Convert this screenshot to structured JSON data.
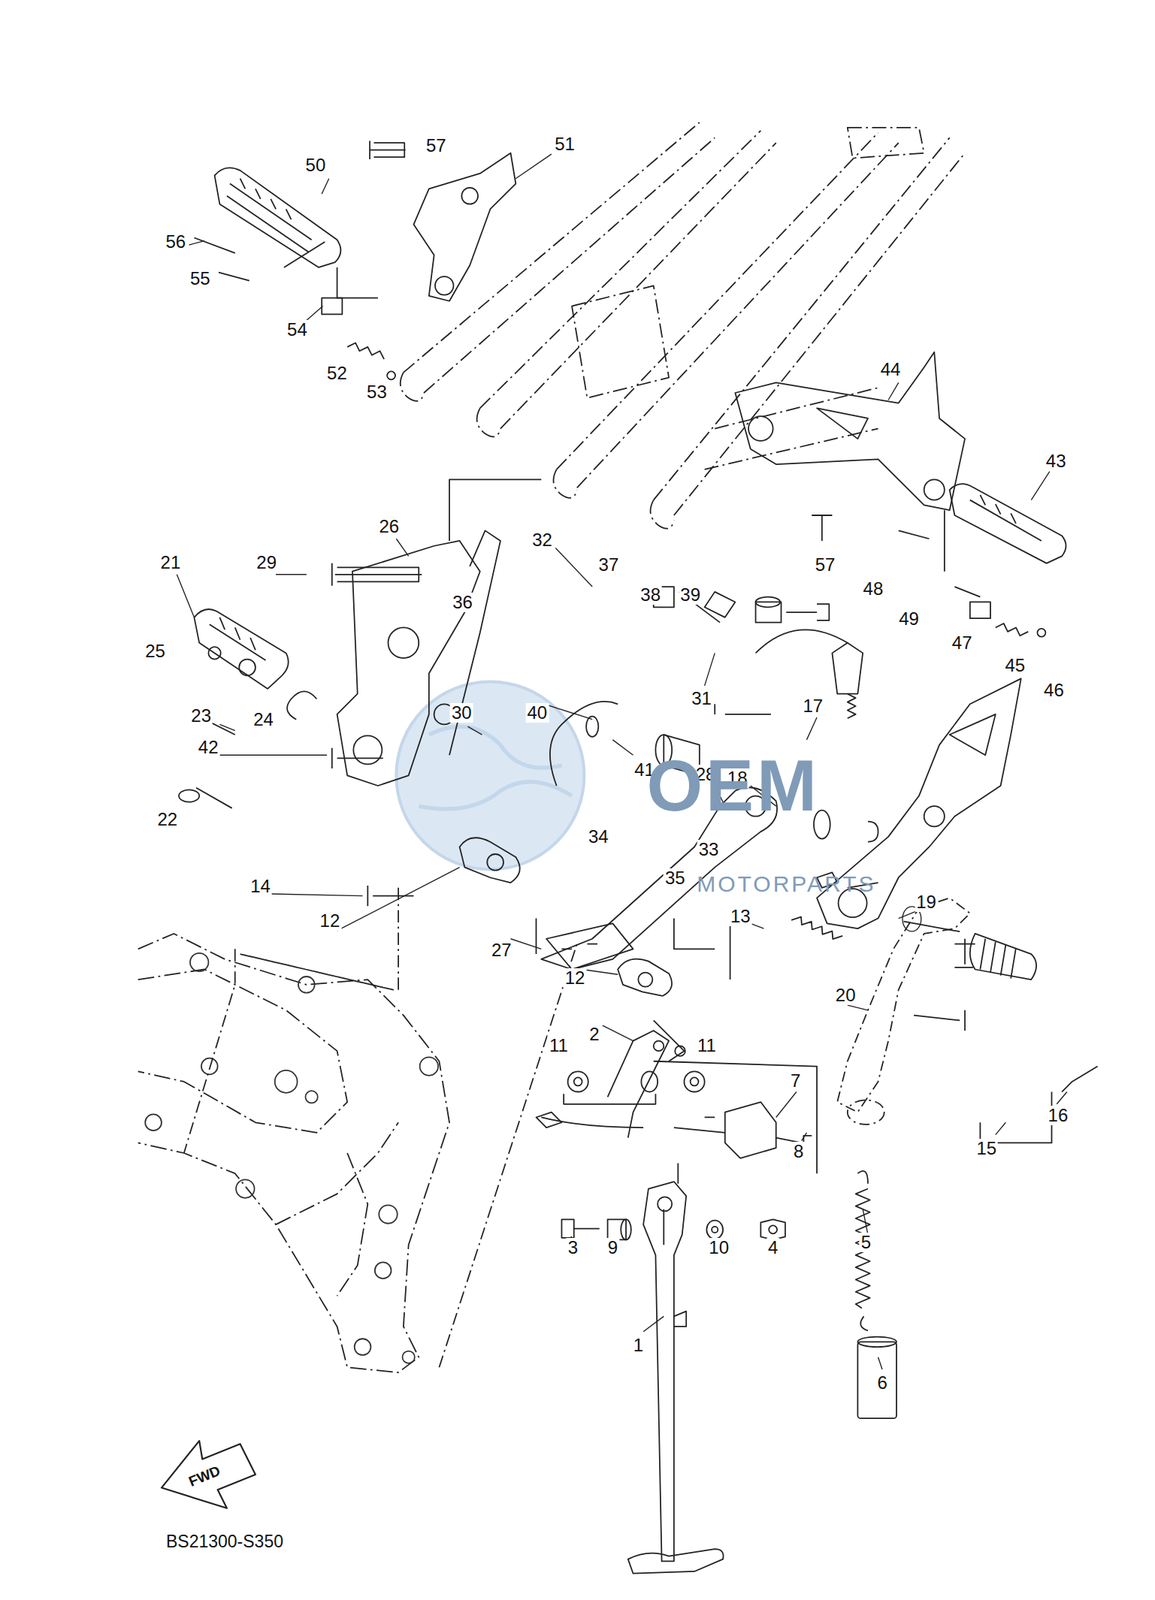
{
  "diagram": {
    "labels": [
      "57",
      "51",
      "50",
      "56",
      "55",
      "54",
      "52",
      "53",
      "44",
      "43",
      "57",
      "48",
      "49",
      "47",
      "45",
      "46",
      "26",
      "32",
      "37",
      "38",
      "39",
      "36",
      "21",
      "29",
      "25",
      "23",
      "24",
      "22",
      "30",
      "40",
      "31",
      "41",
      "28",
      "18",
      "17",
      "42",
      "14",
      "34",
      "33",
      "35",
      "12",
      "27",
      "13",
      "19",
      "12",
      "2",
      "20",
      "11",
      "11",
      "7",
      "8",
      "15",
      "16",
      "3",
      "9",
      "10",
      "4",
      "5",
      "1",
      "6",
      "FWD",
      "BS21300-S350",
      "OEM",
      "MOTORPARTS"
    ]
  }
}
